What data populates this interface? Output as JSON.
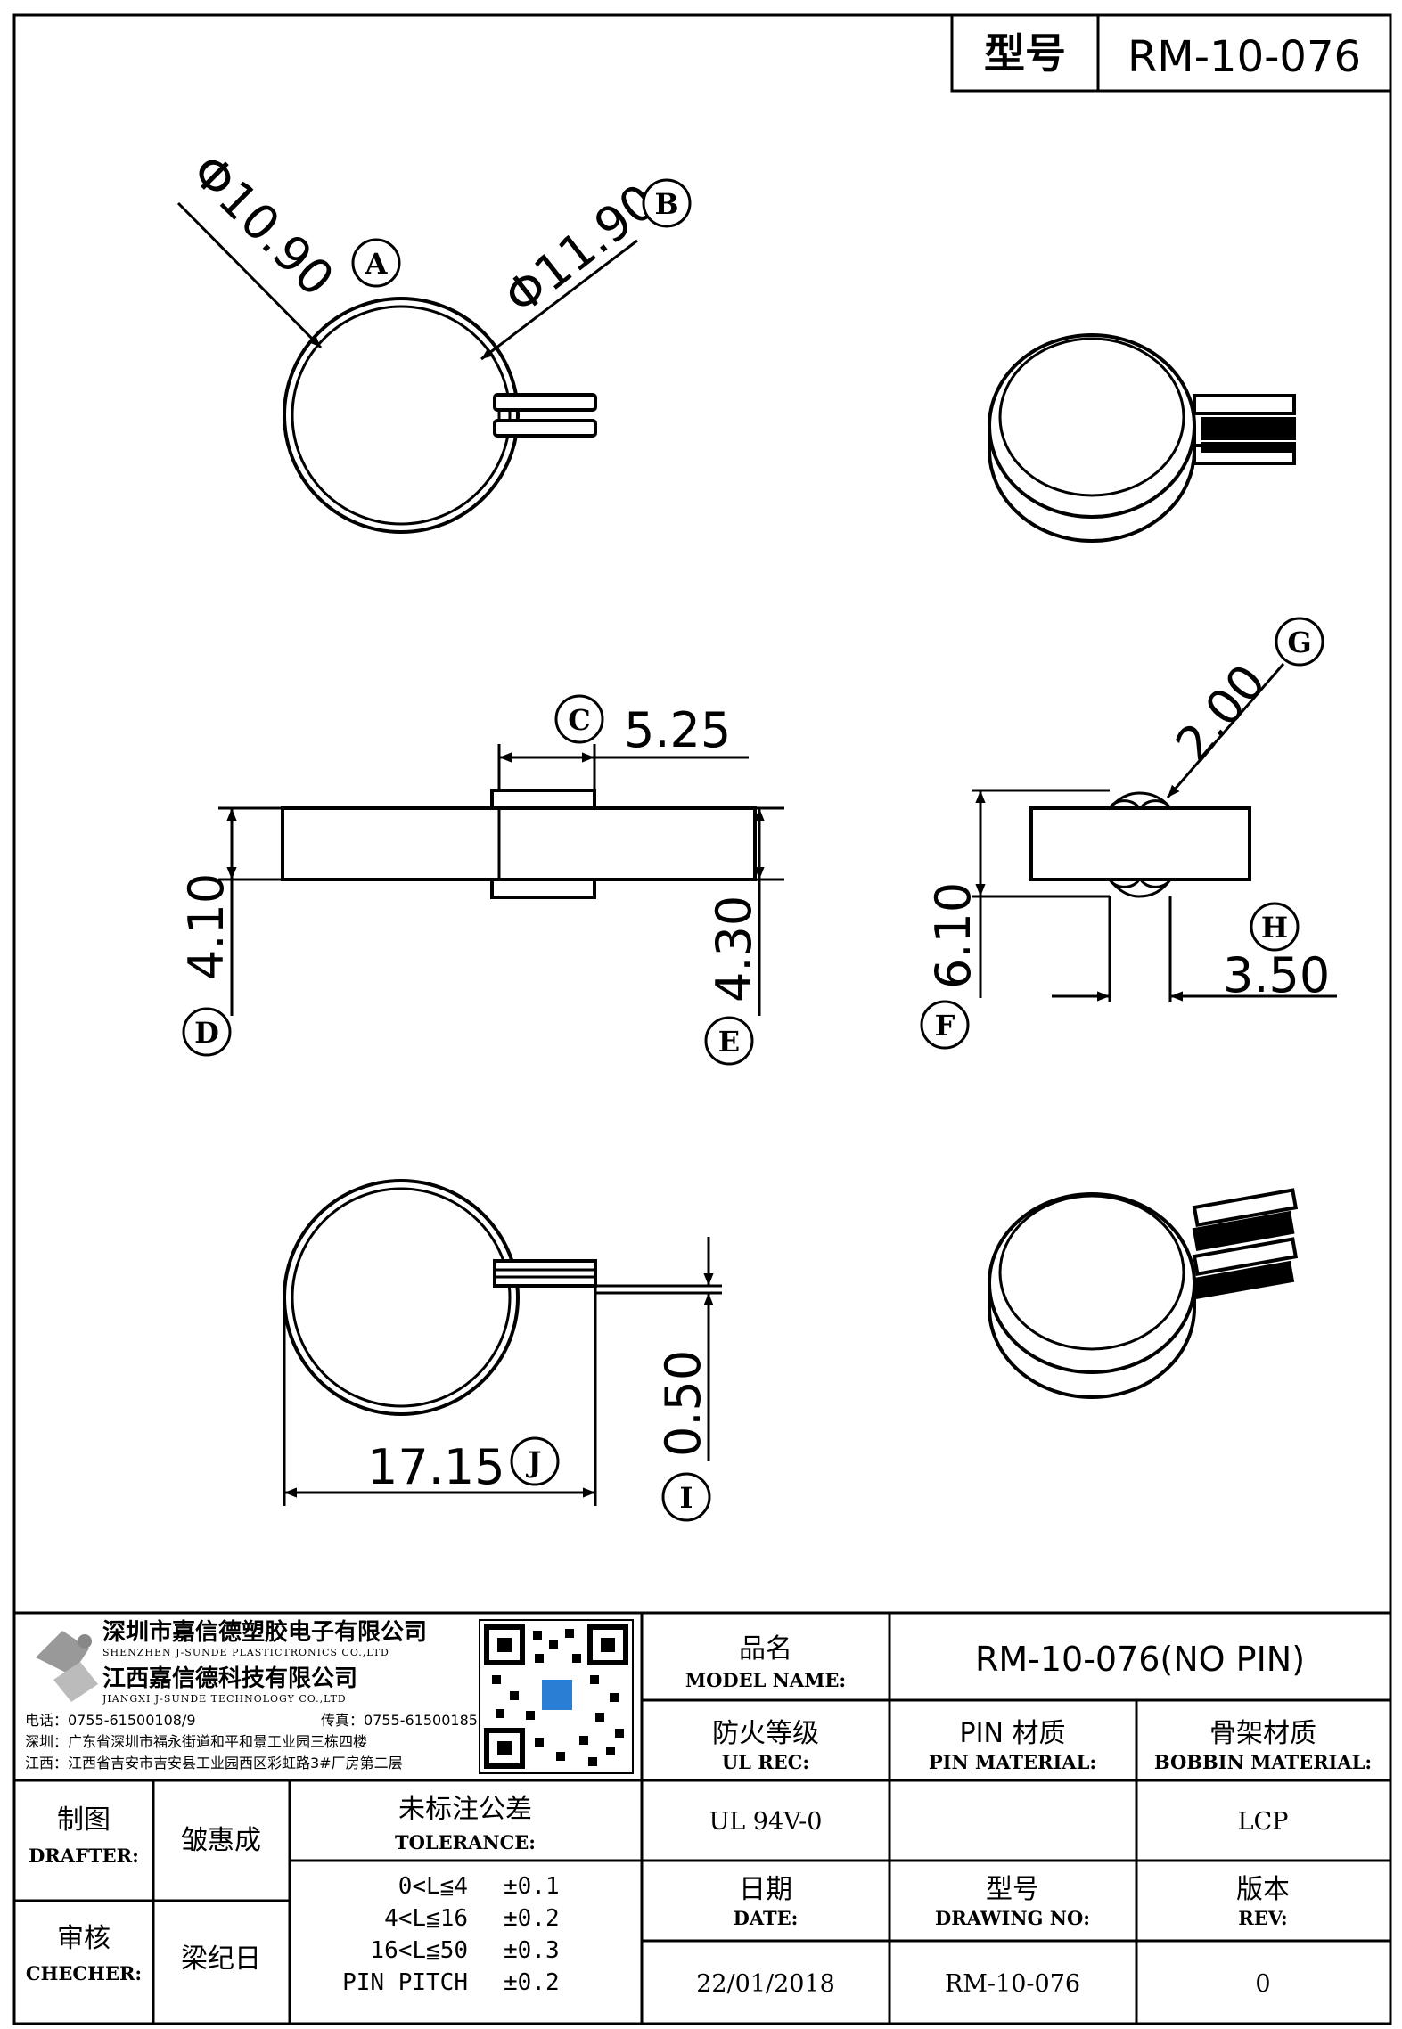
{
  "header": {
    "model_label": "型号",
    "model_value": "RM-10-076"
  },
  "dimensions": {
    "A": "Φ10.90",
    "B": "Φ11.90",
    "C": "5.25",
    "D": "4.10",
    "E": "4.30",
    "F": "6.10",
    "G": "2.00",
    "H": "3.50",
    "I": "0.50",
    "J": "17.15"
  },
  "callouts": [
    "A",
    "B",
    "C",
    "D",
    "E",
    "F",
    "G",
    "H",
    "I",
    "J"
  ],
  "company": {
    "name_cn_1": "深圳市嘉信德塑胶电子有限公司",
    "name_en_1": "SHENZHEN J-SUNDE PLASTICTRONICS CO.,LTD",
    "name_cn_2": "江西嘉信德科技有限公司",
    "name_en_2": "JIANGXI J-SUNDE TECHNOLOGY CO.,LTD",
    "phone": "电话：0755-61500108/9",
    "fax": "传真：0755-61500185",
    "addr_sz": "深圳：广东省深圳市福永街道和平和景工业园三栋四楼",
    "addr_jx": "江西：江西省吉安市吉安县工业园西区彩虹路3#厂房第二层"
  },
  "title_block": {
    "model_name_cn": "品名",
    "model_name_en": "MODEL NAME:",
    "model_name_value": "RM-10-076(NO PIN)",
    "ul_cn": "防火等级",
    "ul_en": "UL REC:",
    "ul_value": "UL 94V-0",
    "pin_cn": "PIN 材质",
    "pin_en": "PIN MATERIAL:",
    "pin_value": "",
    "bobbin_cn": "骨架材质",
    "bobbin_en": "BOBBIN MATERIAL:",
    "bobbin_value": "LCP",
    "drafter_cn": "制图",
    "drafter_en": "DRAFTER:",
    "drafter_value": "皱惠成",
    "checker_cn": "审核",
    "checker_en": "CHECHER:",
    "checker_value": "梁纪日",
    "tolerance_cn": "未标注公差",
    "tolerance_en": "TOLERANCE:",
    "tolerances": [
      {
        "range": "0<L≦4",
        "value": "±0.1"
      },
      {
        "range": "4<L≦16",
        "value": "±0.2"
      },
      {
        "range": "16<L≦50",
        "value": "±0.3"
      },
      {
        "range": "PIN PITCH",
        "value": "±0.2"
      }
    ],
    "date_cn": "日期",
    "date_en": "DATE:",
    "date_value": "22/01/2018",
    "drawing_no_cn": "型号",
    "drawing_no_en": "DRAWING NO:",
    "drawing_no_value": "RM-10-076",
    "rev_cn": "版本",
    "rev_en": "REV:",
    "rev_value": "0"
  }
}
